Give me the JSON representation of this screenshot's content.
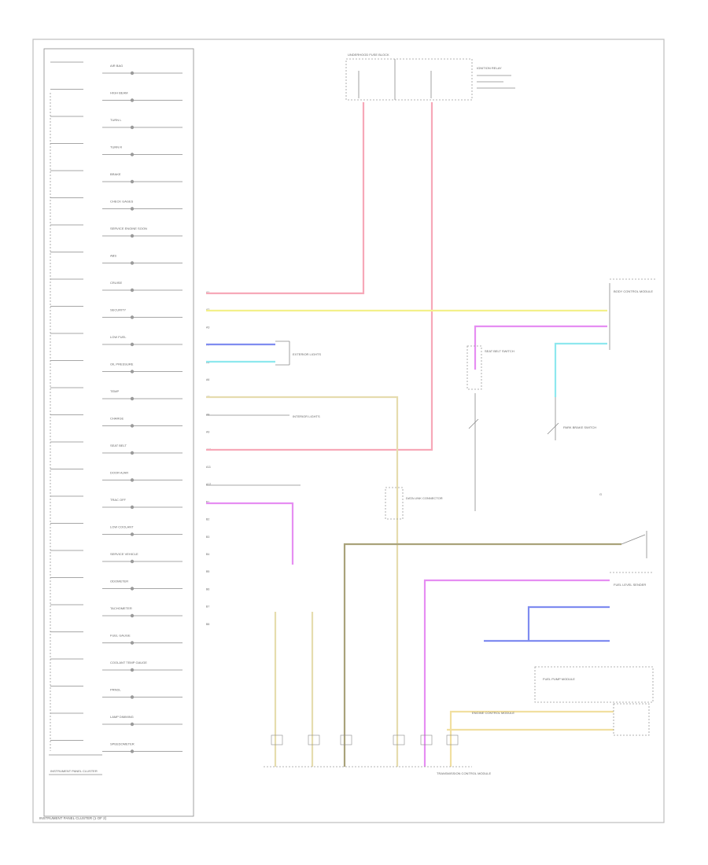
{
  "diagram": {
    "footer_title": "INSTRUMENT PANEL CLUSTER (1 OF 2)",
    "colors": {
      "pink": "#f7a8b8",
      "yellow": "#f3f08a",
      "magenta": "#e68ef2",
      "blue": "#7f8cf0",
      "cyan": "#8ee8ee",
      "tan": "#e6dcae",
      "olive": "#a9a27a",
      "frame": "#bdbdbd"
    },
    "cluster": {
      "label": "INSTRUMENT PANEL CLUSTER",
      "indicators": [
        "AIR BAG",
        "HIGH BEAM",
        "TURN L",
        "TURN R",
        "BRAKE",
        "CHECK GAGES",
        "SERVICE ENGINE SOON",
        "ABS",
        "CRUISE",
        "SECURITY",
        "LOW FUEL",
        "OIL PRESSURE",
        "TEMP",
        "CHARGE",
        "SEAT BELT",
        "DOOR AJAR",
        "TRAC OFF",
        "LOW COOLANT",
        "SERVICE VEHICLE",
        "ODOMETER",
        "TACHOMETER",
        "FUEL GAUGE",
        "COOLANT TEMP GAUGE",
        "PRNDL",
        "LAMP DIMMING",
        "SPEEDOMETER"
      ],
      "pins": [
        "A1",
        "A2",
        "A3",
        "A4",
        "A5",
        "A6",
        "A7",
        "A8",
        "A9",
        "A10",
        "A11",
        "A12",
        "B1",
        "B2",
        "B3",
        "B4",
        "B5",
        "B6",
        "B7",
        "B8"
      ]
    },
    "components": {
      "fuse_block": "UNDERHOOD FUSE BLOCK",
      "ignition_relay": "IGNITION RELAY",
      "data_link": "DATA LINK CONNECTOR",
      "body_module": "BODY CONTROL MODULE",
      "seat_belt_switch": "SEAT BELT SWITCH",
      "park_brake_switch": "PARK BRAKE SWITCH",
      "ground_g": "G",
      "fuel_pump": "FUEL PUMP MODULE",
      "fuel_sender": "FUEL LEVEL SENDER",
      "transmission": "TRANSMISSION CONTROL MODULE",
      "ecm": "ENGINE CONTROL MODULE",
      "interior_lights": "INTERIOR LIGHTS",
      "exterior_lights": "EXTERIOR LIGHTS"
    }
  }
}
